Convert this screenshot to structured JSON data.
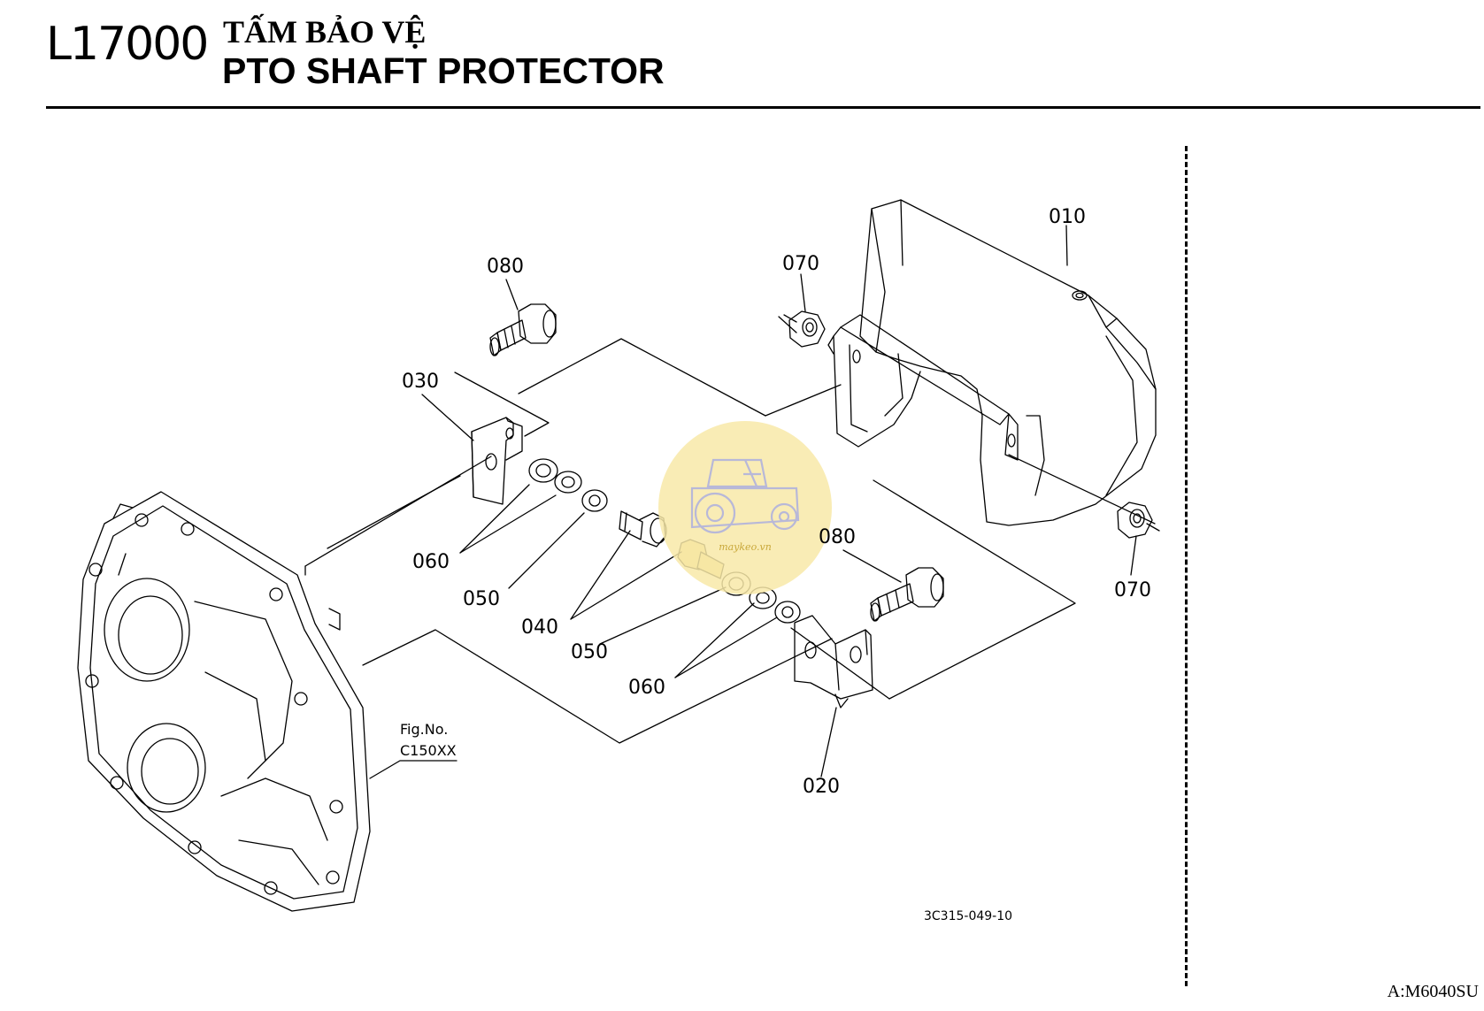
{
  "header": {
    "section_code": "L17000",
    "title_vn": "TẤM BẢO VỆ",
    "title_en": "PTO SHAFT PROTECTOR"
  },
  "callouts": {
    "c010": "010",
    "c020": "020",
    "c030": "030",
    "c040": "040",
    "c050_top": "050",
    "c050_bottom": "050",
    "c060_top": "060",
    "c060_bottom": "060",
    "c070_top": "070",
    "c070_bottom": "070",
    "c080_top": "080",
    "c080_right": "080"
  },
  "figure_reference": {
    "label": "Fig.No.",
    "number": "C150XX"
  },
  "drawing_number": "3C315-049-10",
  "page_reference": "A:M6040SU",
  "watermark": {
    "text": "maykeo.vn",
    "color": "#f8e9a8",
    "icon": "tractor-icon"
  }
}
